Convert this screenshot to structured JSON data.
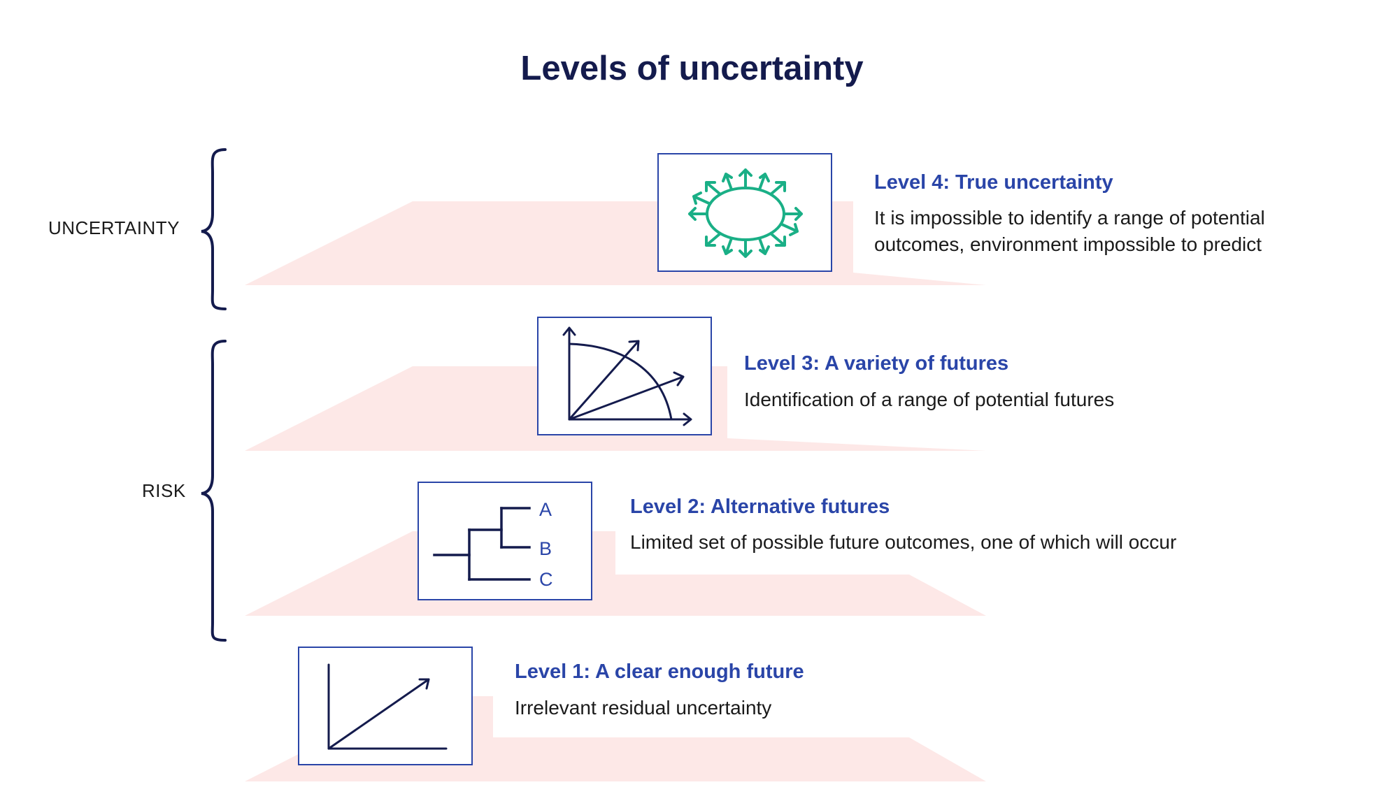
{
  "title": "Levels of uncertainty",
  "groups": {
    "uncertainty": "UNCERTAINTY",
    "risk": "RISK"
  },
  "levels": [
    {
      "title": "Level 1: A clear enough future",
      "description": "Irrelevant residual uncertainty",
      "icon": "trend-arrow-icon"
    },
    {
      "title": "Level 2: Alternative futures",
      "description": "Limited set of possible future outcomes, one of which will occur",
      "icon": "decision-tree-icon",
      "branches": [
        "A",
        "B",
        "C"
      ]
    },
    {
      "title": "Level 3: A variety of futures",
      "description": "Identification of a range of potential futures",
      "icon": "range-of-vectors-icon"
    },
    {
      "title": "Level 4: True uncertainty",
      "description": "It is impossible to identify a range of potential outcomes, environment impossible to predict",
      "icon": "ambiguity-burst-icon"
    }
  ],
  "colors": {
    "title": "#141b4d",
    "heading": "#2a45a8",
    "icon_line": "#141b4d",
    "icon_burst": "#1aaf86",
    "step_fill": "#fde8e7",
    "brace": "#141b4d"
  }
}
